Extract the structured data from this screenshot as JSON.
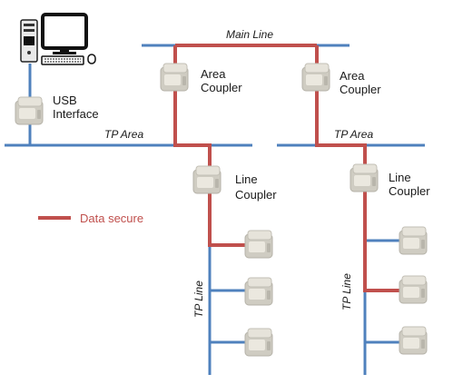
{
  "colors": {
    "bus_blue": "#4f81bd",
    "secure_red": "#c0504d",
    "device_grey": "#d9d6cc"
  },
  "labels": {
    "main_line": "Main Line",
    "tp_area_left": "TP Area",
    "tp_area_right": "TP Area",
    "tp_line_left": "TP Line",
    "tp_line_right": "TP Line",
    "usb_line1": "USB",
    "usb_line2": "Interface",
    "area_coupler_1_line1": "Area",
    "area_coupler_1_line2": "Coupler",
    "area_coupler_2_line1": "Area",
    "area_coupler_2_line2": "Coupler",
    "line_coupler_1_line1": "Line",
    "line_coupler_1_line2": "Coupler",
    "line_coupler_2_line1": "Line",
    "line_coupler_2_line2": "Coupler",
    "legend_data_secure": "Data secure"
  },
  "icons": {
    "computer": "desktop-computer-icon",
    "device": "knx-device-icon"
  }
}
